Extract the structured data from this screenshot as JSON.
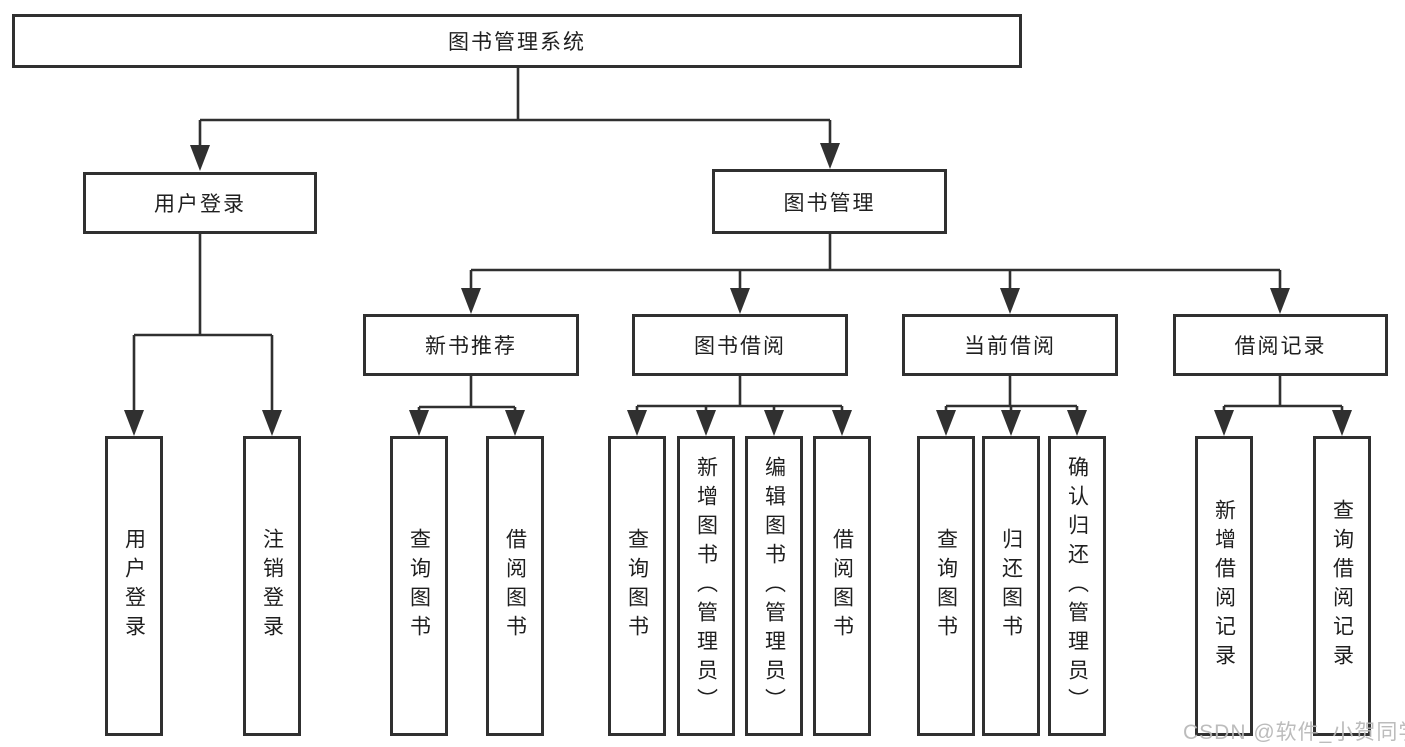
{
  "diagram": {
    "root": {
      "label": "图书管理系统"
    },
    "level2": [
      {
        "label": "用户登录"
      },
      {
        "label": "图书管理"
      }
    ],
    "level3": [
      {
        "label": "新书推荐"
      },
      {
        "label": "图书借阅"
      },
      {
        "label": "当前借阅"
      },
      {
        "label": "借阅记录"
      }
    ],
    "leaves": [
      {
        "label": "用户登录"
      },
      {
        "label": "注销登录"
      },
      {
        "label": "查询图书"
      },
      {
        "label": "借阅图书"
      },
      {
        "label": "查询图书"
      },
      {
        "label": "新增图书（管理员）"
      },
      {
        "label": "编辑图书（管理员）"
      },
      {
        "label": "借阅图书"
      },
      {
        "label": "查询图书"
      },
      {
        "label": "归还图书"
      },
      {
        "label": "确认归还（管理员）"
      },
      {
        "label": "新增借阅记录"
      },
      {
        "label": "查询借阅记录"
      }
    ]
  },
  "watermark": {
    "text": "CSDN @软件_小贺同学"
  },
  "colors": {
    "line": "#303030",
    "box_border": "#303030",
    "box_fill": "#ffffff",
    "text": "#1f1f1f",
    "background": "#ffffff",
    "watermark": "#b8b8b8"
  }
}
